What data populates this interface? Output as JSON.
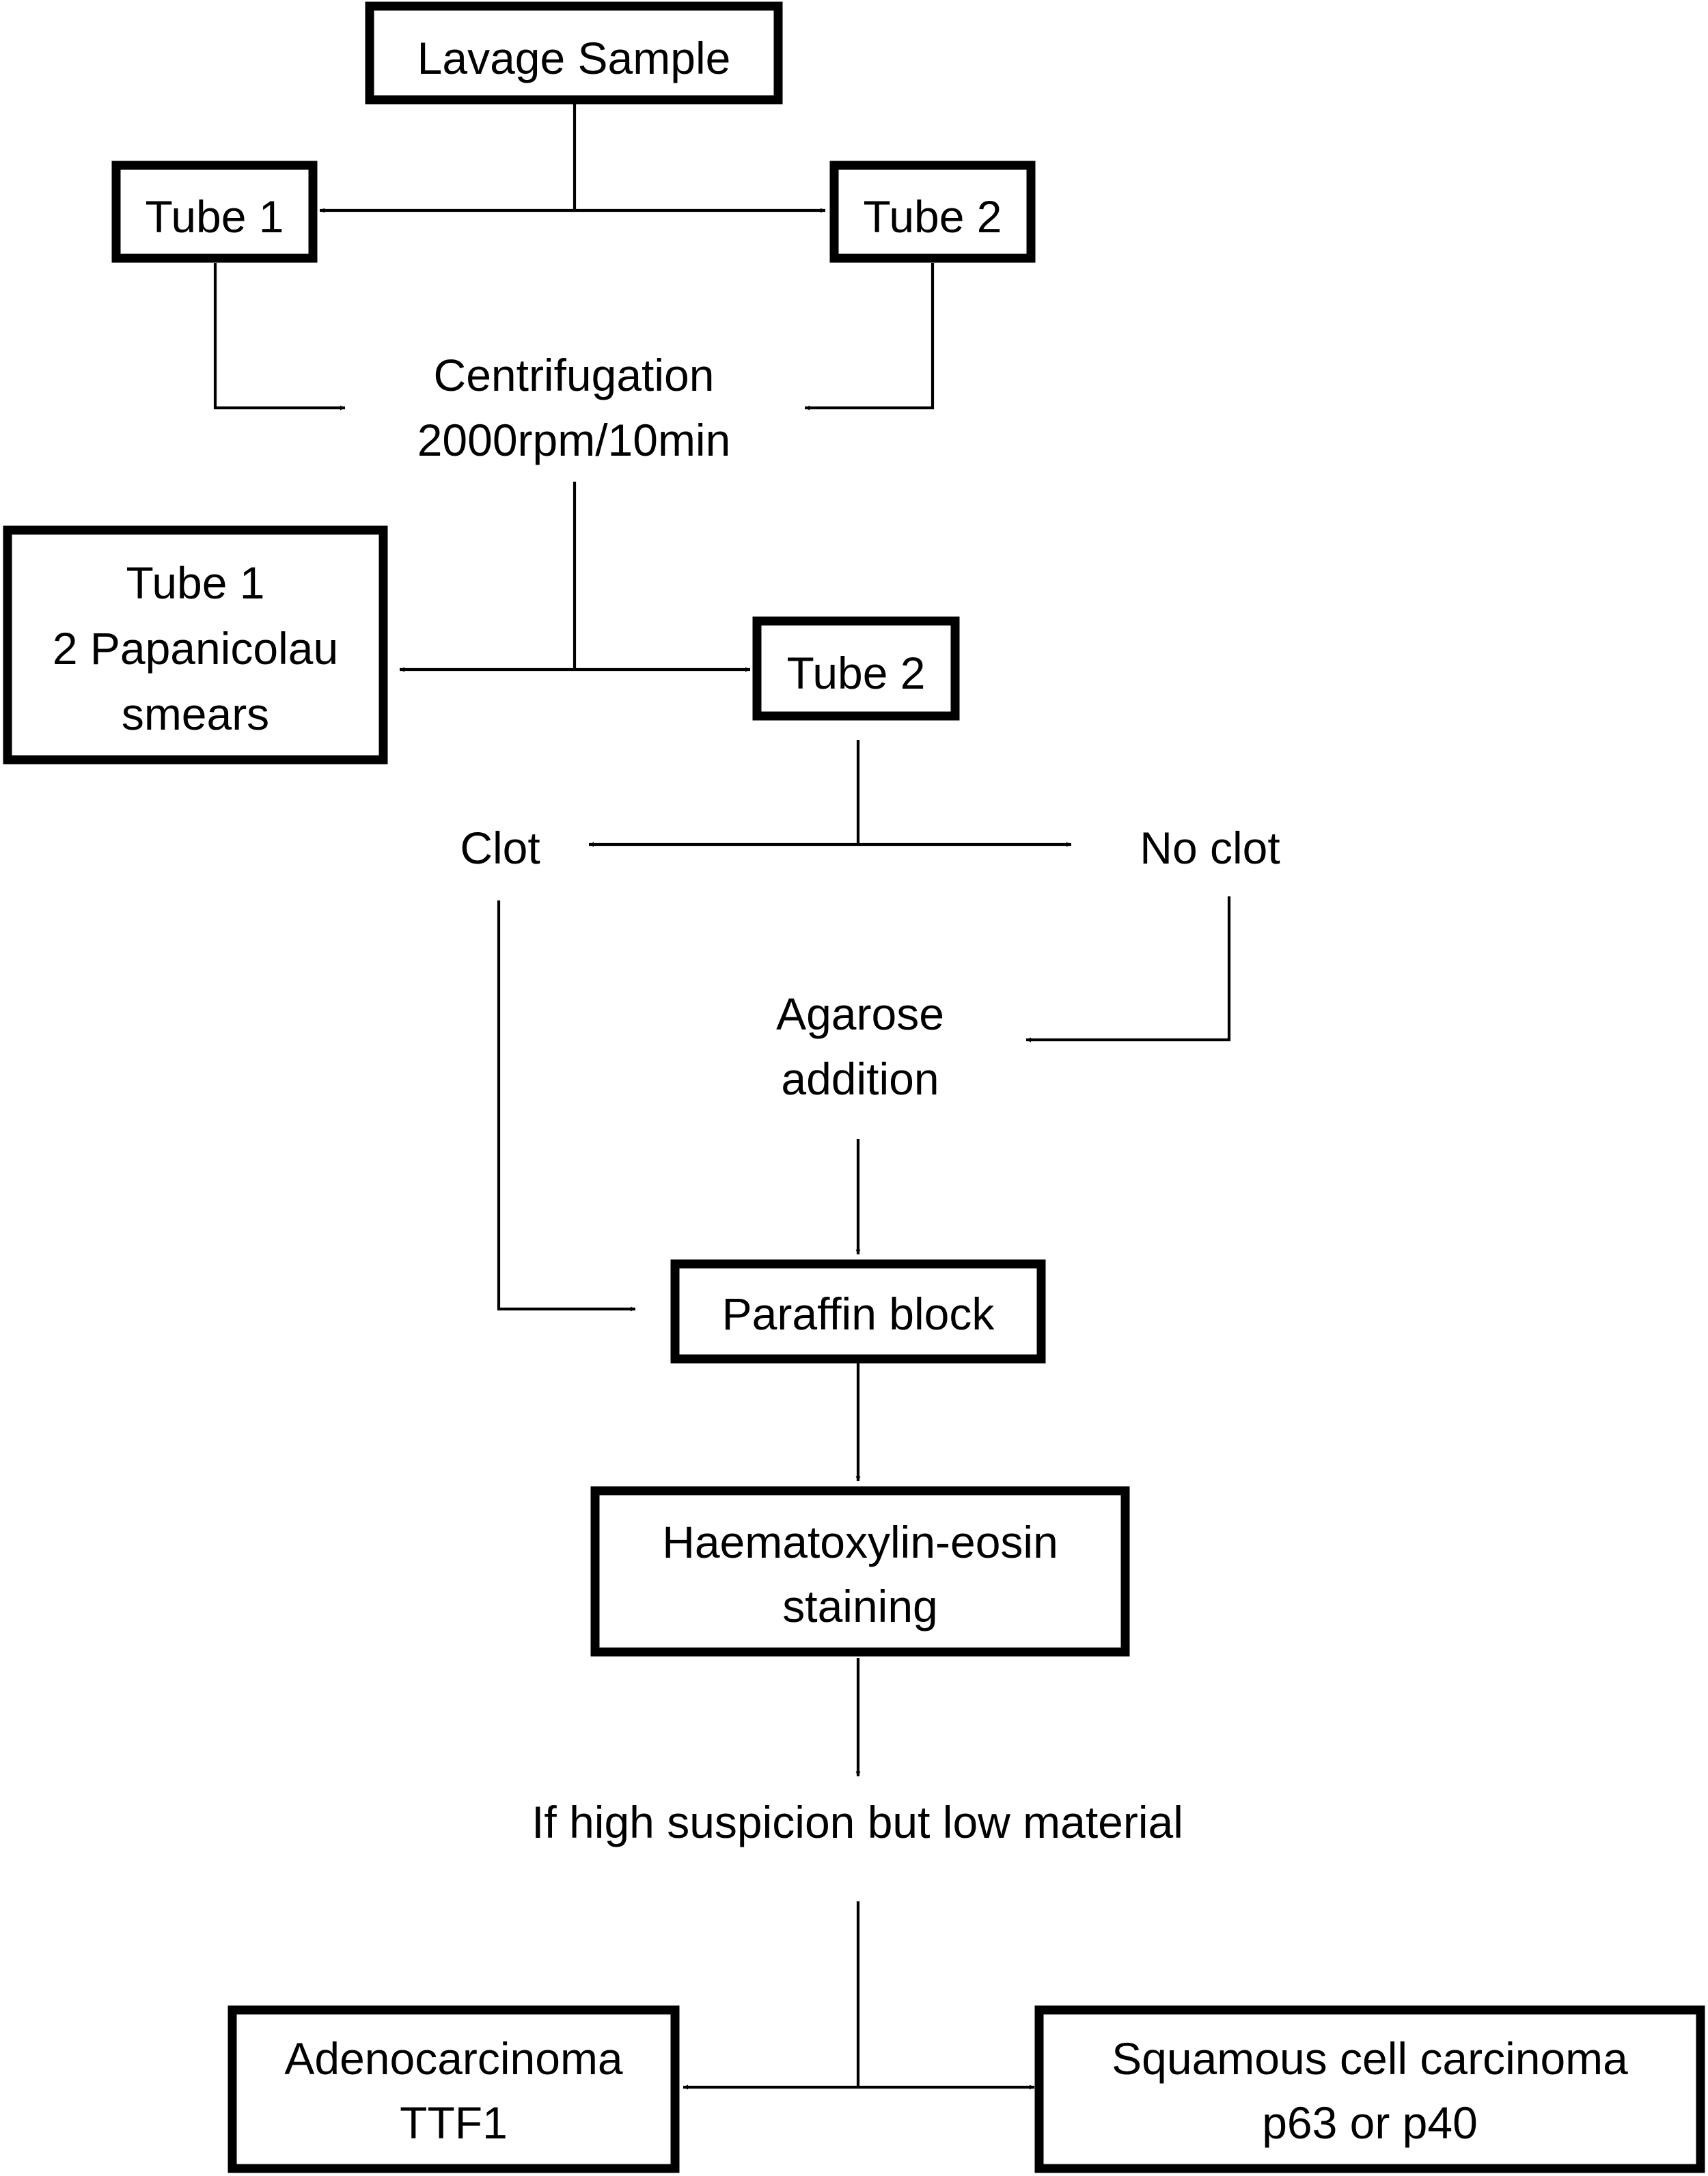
{
  "boxes": {
    "lavage_sample": [
      "Lavage Sample"
    ],
    "tube1_top": [
      "Tube 1"
    ],
    "tube2_top": [
      "Tube 2"
    ],
    "tube1_smears": [
      "Tube 1",
      "2 Papanicolau",
      "smears"
    ],
    "tube2_mid": [
      "Tube 2"
    ],
    "paraffin_block": [
      "Paraffin block"
    ],
    "he_staining": [
      "Haematoxylin-eosin",
      "staining"
    ],
    "adenocarcinoma": [
      "Adenocarcinoma",
      "TTF1"
    ],
    "squamous": [
      "Squamous cell carcinoma",
      "p63 or p40"
    ]
  },
  "steps": {
    "centrifugation": [
      "Centrifugation",
      "2000rpm/10min"
    ],
    "clot": [
      "Clot"
    ],
    "no_clot": [
      "No clot"
    ],
    "agarose": [
      "Agarose",
      "addition"
    ],
    "suspicion": [
      "If high suspicion but low material"
    ]
  }
}
